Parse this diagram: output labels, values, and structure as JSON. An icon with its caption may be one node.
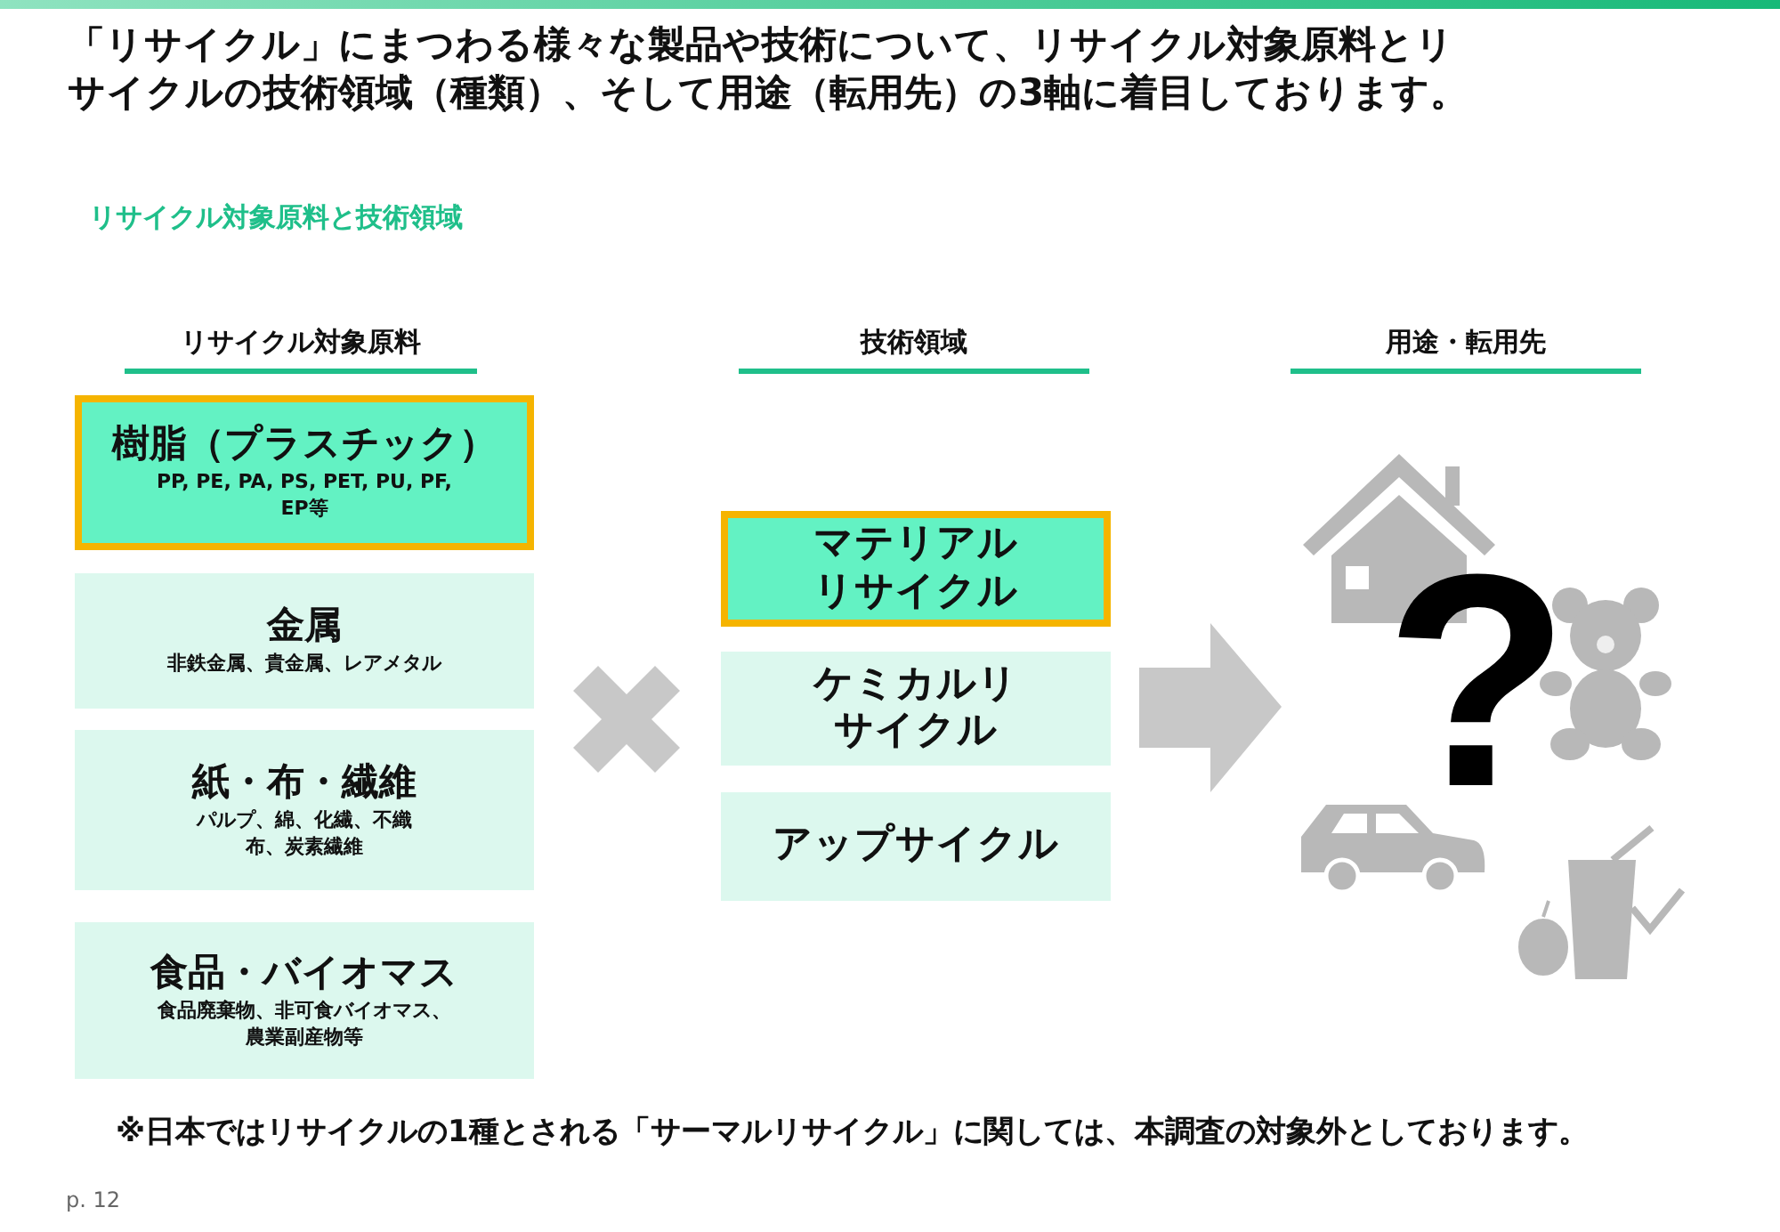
{
  "diagram": {
    "title": "「リサイクル」にまつわる様々な製品や技術について、リサイクル対象原料とリサイクルの技術領域（種類）、そして用途（転用先）の3軸に着目しております。",
    "nodes": [
      {
        "text": [
          "樹脂（プラスチック）",
          "PP, PE, PA, PS, PET, PU, PF, EP等"
        ]
      },
      {
        "text": [
          "金属",
          "非鉄金属、貴金属、レアメタル"
        ]
      },
      {
        "text": [
          "紙・布・繊維",
          "パルプ、綿、化繊、不織布、炭素繊維"
        ]
      },
      {
        "text": [
          "食品・バイオマス",
          "食品廃棄物、非可食バイオマス、農業副産物等"
        ]
      },
      {
        "text": [
          "マテリアルリサイクル"
        ]
      },
      {
        "text": [
          "ケミカルリサイクル"
        ]
      },
      {
        "text": [
          "アップサイクル"
        ]
      }
    ],
    "edges": [],
    "labels": [
      "リサイクル対象原料と技術領域",
      "リサイクル対象原料",
      "技術領域",
      "用途・転用先",
      "?",
      "※日本ではリサイクルの1種とされる「サーマルリサイクル」に関しては、本調査の対象外としております。",
      "p. 12"
    ]
  }
}
